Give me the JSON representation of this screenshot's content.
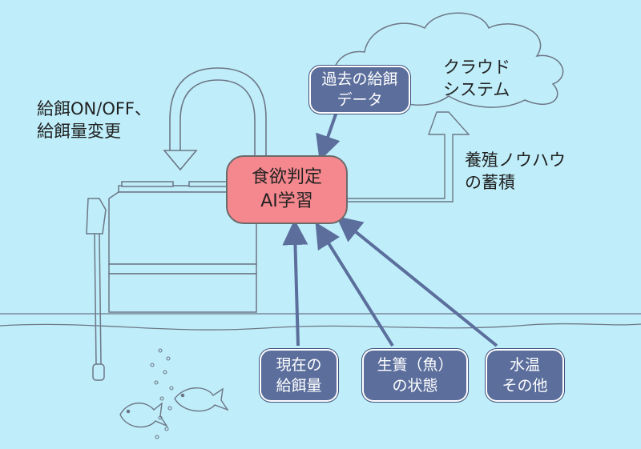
{
  "core": {
    "line1": "食欲判定",
    "line2": "AI学習"
  },
  "history_box": {
    "line1": "過去の給餌",
    "line2": "データ"
  },
  "cloud_label": {
    "line1": "クラウド",
    "line2": "システム"
  },
  "feeding_label": {
    "line1": "給餌ON/OFF、",
    "line2": "給餌量変更"
  },
  "knowhow_label": {
    "line1": "養殖ノウハウ",
    "line2": "の蓄積"
  },
  "inputs": [
    {
      "line1": "現在の",
      "line2": "給餌量"
    },
    {
      "line1": "生簀（魚）",
      "line2": "の状態"
    },
    {
      "line1": "水温",
      "line2": "その他"
    }
  ],
  "colors": {
    "background": "#bfeefa",
    "box": "#5b6e9c",
    "core": "#f5888e",
    "arrow": "#5b6e9c"
  }
}
